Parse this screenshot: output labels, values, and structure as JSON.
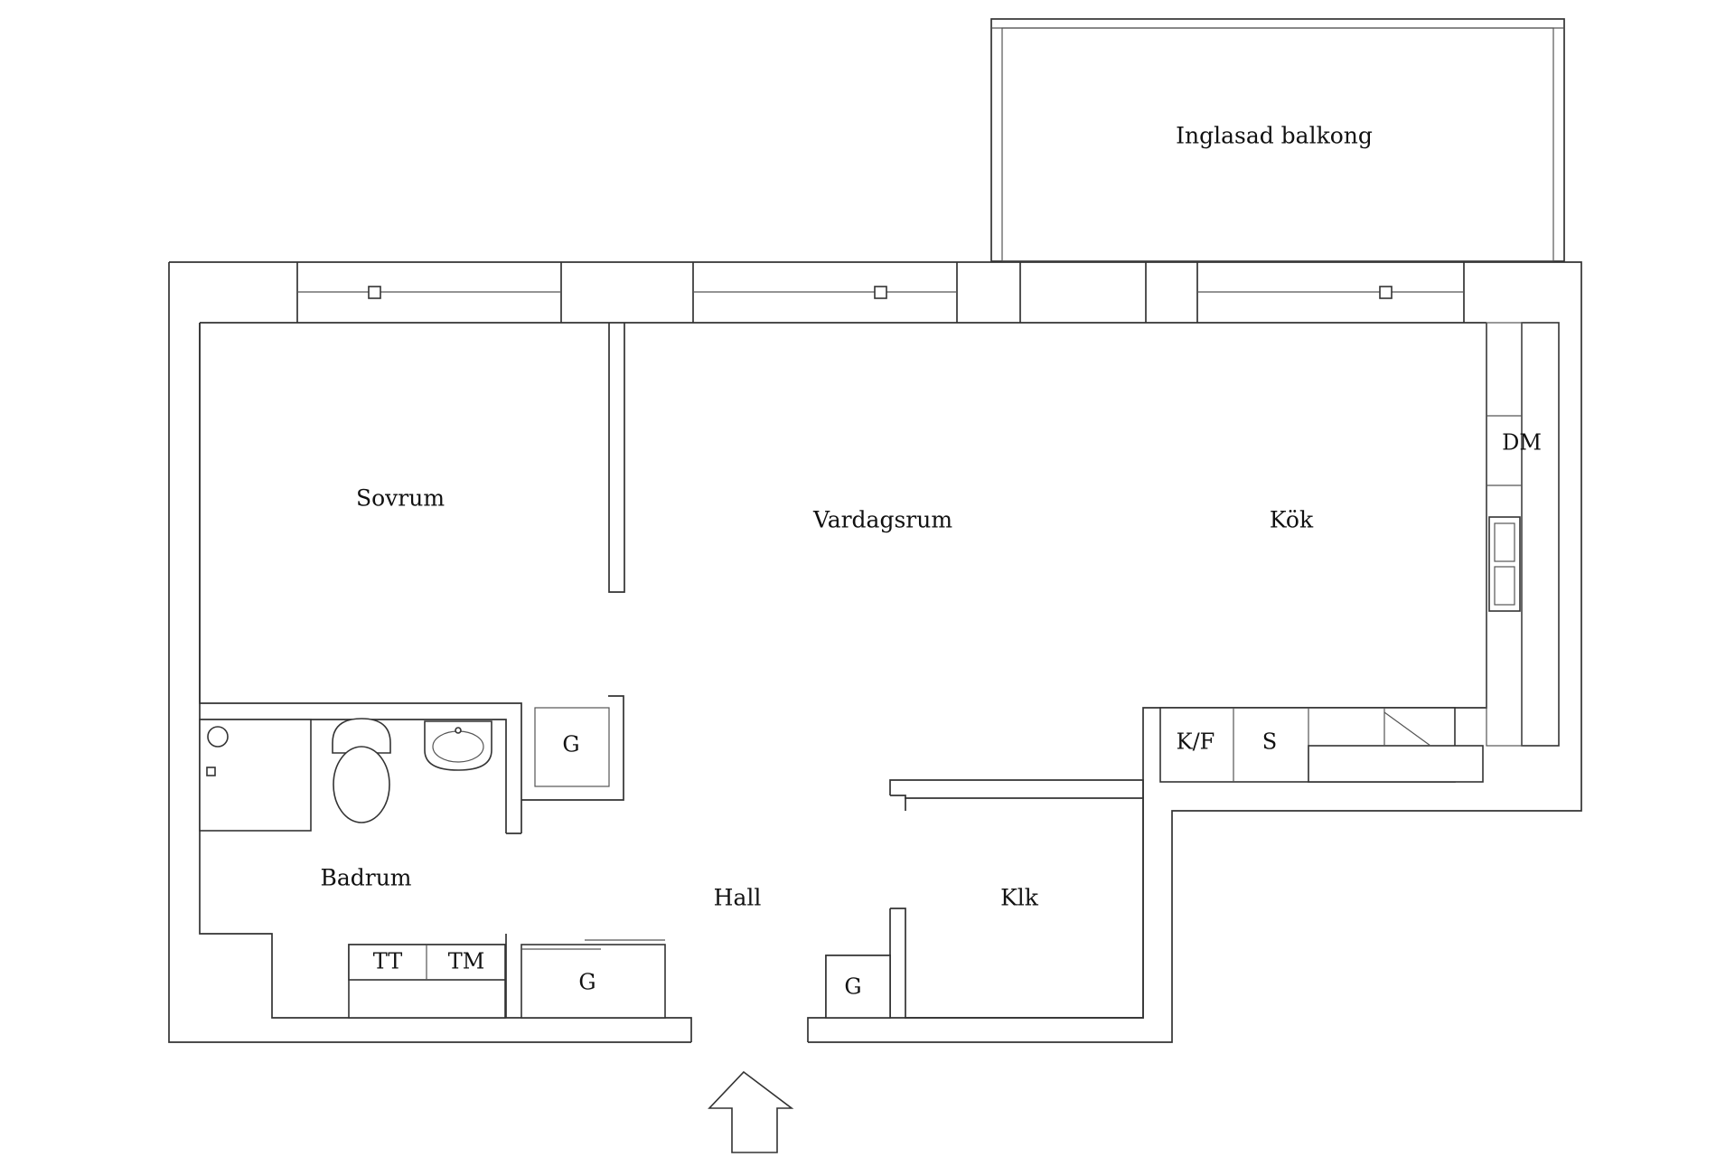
{
  "rooms": {
    "balcony": "Inglasad balkong",
    "bedroom": "Sovrum",
    "living": "Vardagsrum",
    "kitchen": "Kök",
    "bathroom": "Badrum",
    "hall": "Hall",
    "walkin_closet": "Klk"
  },
  "fixtures": {
    "dishwasher": "DM",
    "fridge_freezer": "K/F",
    "stove": "S",
    "dryer": "TT",
    "washer": "TM",
    "wardrobe_bath": "G",
    "wardrobe_hall_left": "G",
    "wardrobe_hall_right": "G"
  },
  "icons": {
    "entrance": "entrance-arrow-icon",
    "toilet": "toilet-icon",
    "sink": "washbasin-icon",
    "kitchen_sink": "kitchen-sink-icon",
    "shower": "shower-icon"
  }
}
